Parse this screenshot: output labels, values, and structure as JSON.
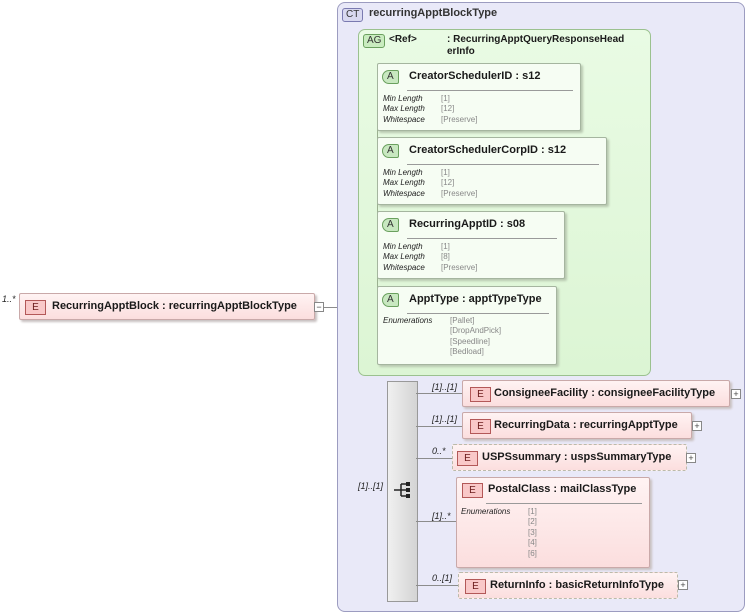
{
  "root": {
    "cardinality": "1..*",
    "badge": "E",
    "name": "RecurringApptBlock",
    "separator": ":",
    "type": "recurringApptBlockType",
    "collapse_symbol": "−"
  },
  "complex_type": {
    "badge": "CT",
    "name": "recurringApptBlockType"
  },
  "attribute_group": {
    "badge": "AG",
    "ref_label": "<Ref>",
    "type_line1": ": RecurringApptQueryResponseHead",
    "type_line2": "erInfo"
  },
  "attributes": [
    {
      "badge": "A",
      "title": "CreatorSchedulerID : s12",
      "facets": [
        {
          "name": "Min Length",
          "value": "[1]"
        },
        {
          "name": "Max Length",
          "value": "[12]"
        },
        {
          "name": "Whitespace",
          "value": "[Preserve]"
        }
      ]
    },
    {
      "badge": "A",
      "title": "CreatorSchedulerCorpID : s12",
      "facets": [
        {
          "name": "Min Length",
          "value": "[1]"
        },
        {
          "name": "Max Length",
          "value": "[12]"
        },
        {
          "name": "Whitespace",
          "value": "[Preserve]"
        }
      ]
    },
    {
      "badge": "A",
      "title": "RecurringApptID : s08",
      "facets": [
        {
          "name": "Min Length",
          "value": "[1]"
        },
        {
          "name": "Max Length",
          "value": "[8]"
        },
        {
          "name": "Whitespace",
          "value": "[Preserve]"
        }
      ]
    },
    {
      "badge": "A",
      "title": "ApptType : apptTypeType",
      "enum_label": "Enumerations",
      "enum_values": [
        "[Pallet]",
        "[DropAndPick]",
        "[Speedline]",
        "[Bedload]"
      ]
    }
  ],
  "sequence": {
    "cardinality": "[1]..[1]"
  },
  "children": [
    {
      "cardinality": "[1]..[1]",
      "badge": "E",
      "title": "ConsigneeFacility : consigneeFacilityType",
      "expand": "+"
    },
    {
      "cardinality": "[1]..[1]",
      "badge": "E",
      "title": "RecurringData : recurringApptType",
      "expand": "+"
    },
    {
      "cardinality": "0..*",
      "badge": "E",
      "title": "USPSsummary : uspsSummaryType",
      "expand": "+"
    },
    {
      "cardinality": "[1]..*",
      "badge": "E",
      "title": "PostalClass : mailClassType",
      "enum_label": "Enumerations",
      "enum_values": [
        "[1]",
        "[2]",
        "[3]",
        "[4]",
        "[6]"
      ]
    },
    {
      "cardinality": "0..[1]",
      "badge": "E",
      "title": "ReturnInfo : basicReturnInfoType",
      "expand": "+"
    }
  ],
  "colors": {
    "element_fill": "#fbdede",
    "attribute_fill": "#dcf5d4",
    "complex_type_fill": "#e9e9f8"
  }
}
